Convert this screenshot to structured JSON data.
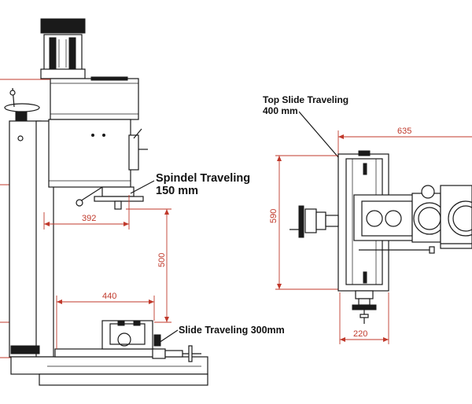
{
  "labels": {
    "top_slide_line1": "Top Slide Traveling",
    "top_slide_line2": "400 mm",
    "spindel_line1": "Spindel Traveling",
    "spindel_line2": "150 mm",
    "slide": "Slide Traveling 300mm"
  },
  "dimensions": {
    "d392": "392",
    "d500": "500",
    "d440": "440",
    "d635": "635",
    "d590": "590",
    "d220": "220"
  },
  "colors": {
    "line": "#1a1a1a",
    "dimension": "#c0392b"
  }
}
